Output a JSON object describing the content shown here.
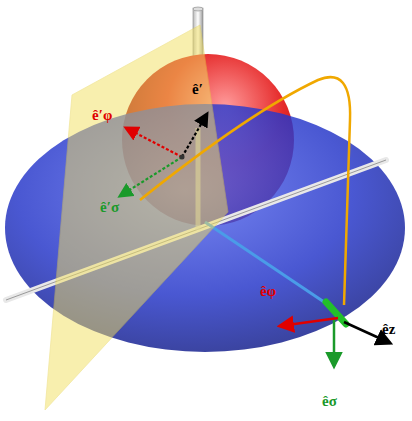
{
  "diagram": {
    "labels": [
      "ê′",
      "ê′φ",
      "ê′σ",
      "êφ",
      "êz",
      "êσ"
    ]
  }
}
